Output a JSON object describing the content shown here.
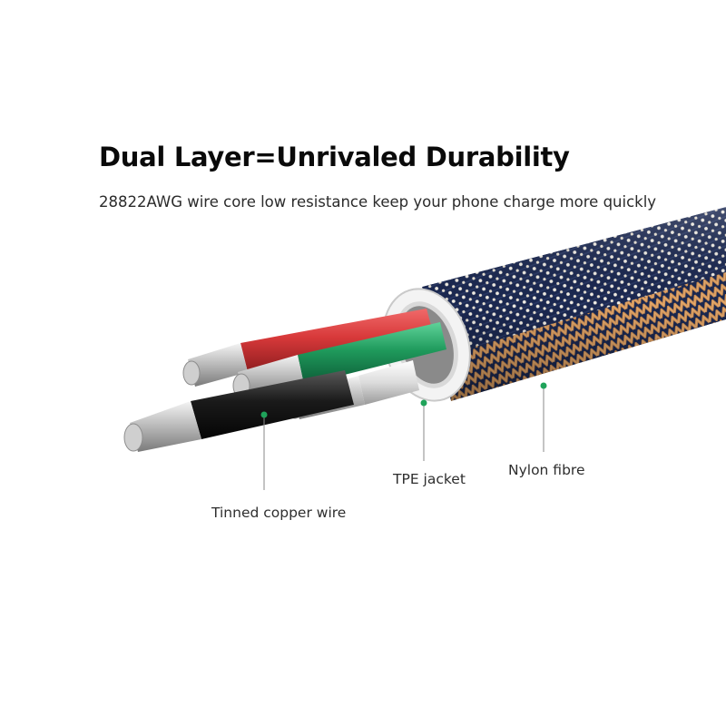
{
  "headline": "Dual Layer=Unrivaled Durability",
  "subheadline": "28822AWG wire core low resistance keep your phone charge more quickly",
  "callouts": {
    "tinned_copper_wire": "Tinned copper wire",
    "tpe_jacket": "TPE jacket",
    "nylon_fibre": "Nylon fibre"
  },
  "colors": {
    "callout_dot": "#1fa35a",
    "braid_navy": "#1b2850",
    "braid_gold": "#c9894a",
    "wire_red": "#d8393a",
    "wire_green": "#1f9a5c",
    "wire_black": "#1a1a1a",
    "wire_white": "#e8e8e8"
  }
}
